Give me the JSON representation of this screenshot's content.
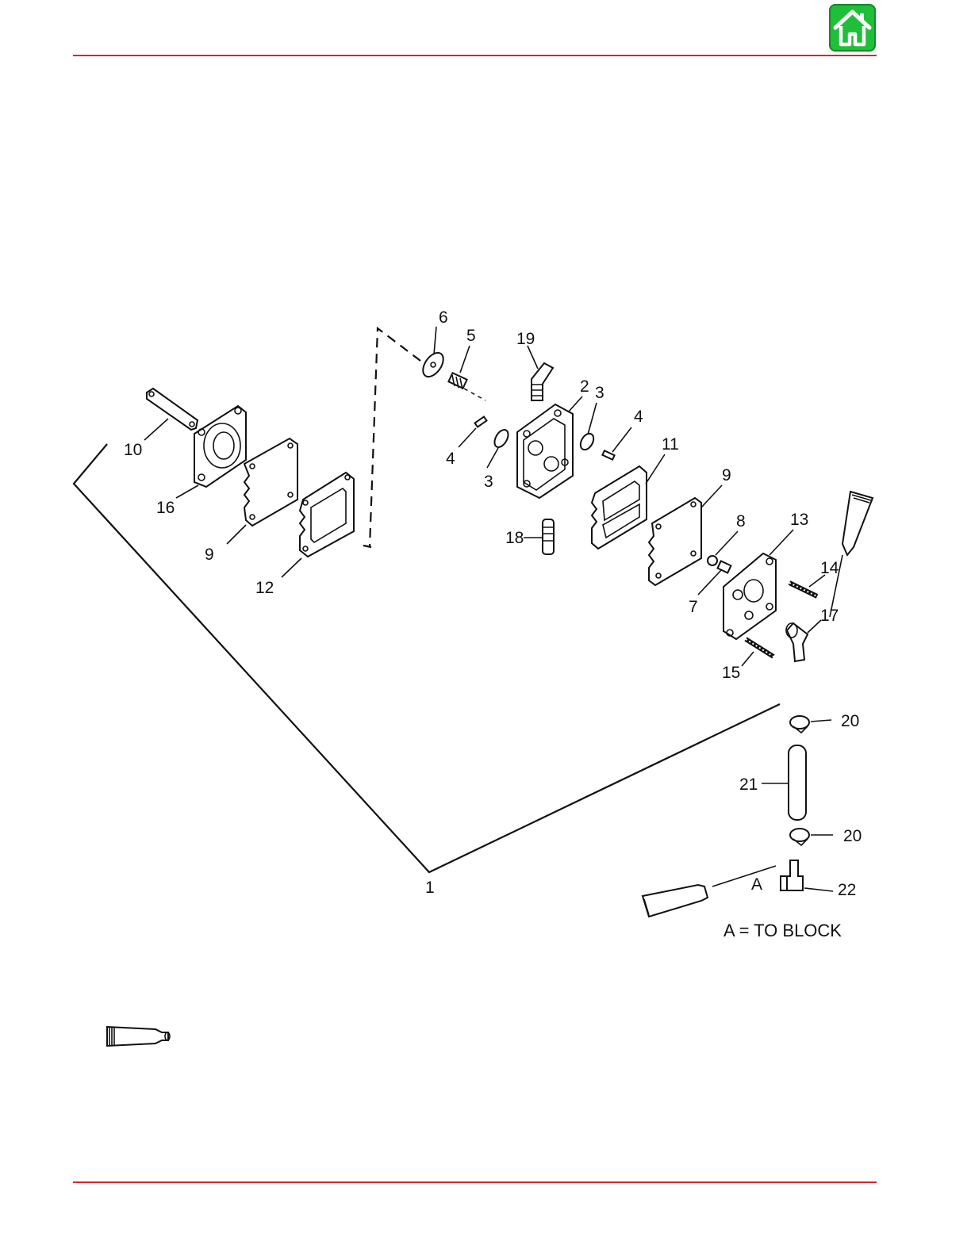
{
  "header": {
    "home_icon": "home-icon",
    "accent_color": "#d8262b",
    "home_color": "#1fbf3a"
  },
  "diagram": {
    "callouts": [
      {
        "key": "c1",
        "text": "1"
      },
      {
        "key": "c2",
        "text": "2"
      },
      {
        "key": "c3a",
        "text": "3"
      },
      {
        "key": "c3b",
        "text": "3"
      },
      {
        "key": "c4a",
        "text": "4"
      },
      {
        "key": "c4b",
        "text": "4"
      },
      {
        "key": "c5",
        "text": "5"
      },
      {
        "key": "c6",
        "text": "6"
      },
      {
        "key": "c7",
        "text": "7"
      },
      {
        "key": "c8",
        "text": "8"
      },
      {
        "key": "c9a",
        "text": "9"
      },
      {
        "key": "c9b",
        "text": "9"
      },
      {
        "key": "c10",
        "text": "10"
      },
      {
        "key": "c11",
        "text": "11"
      },
      {
        "key": "c12",
        "text": "12"
      },
      {
        "key": "c13",
        "text": "13"
      },
      {
        "key": "c14",
        "text": "14"
      },
      {
        "key": "c15",
        "text": "15"
      },
      {
        "key": "c16",
        "text": "16"
      },
      {
        "key": "c17",
        "text": "17"
      },
      {
        "key": "c18",
        "text": "18"
      },
      {
        "key": "c19",
        "text": "19"
      },
      {
        "key": "c20a",
        "text": "20"
      },
      {
        "key": "c20b",
        "text": "20"
      },
      {
        "key": "c21",
        "text": "21"
      },
      {
        "key": "c22",
        "text": "22"
      },
      {
        "key": "cA",
        "text": "A"
      }
    ],
    "note": "A = TO BLOCK"
  },
  "legend": {
    "sealant_icon": "sealant-tube-icon"
  }
}
